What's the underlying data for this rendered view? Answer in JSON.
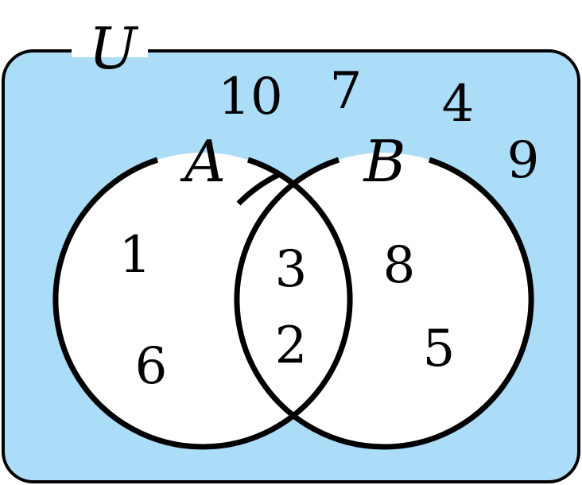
{
  "universe": {
    "label": "U",
    "outside_elements": [
      "10",
      "7",
      "4",
      "9"
    ]
  },
  "sets": {
    "A": {
      "label": "A",
      "only_elements": [
        "1",
        "6"
      ]
    },
    "B": {
      "label": "B",
      "only_elements": [
        "8",
        "5"
      ]
    },
    "intersection_elements": [
      "3",
      "2"
    ]
  },
  "colors": {
    "universe_fill": "#abdcf8",
    "circle_fill": "#ffffff",
    "stroke": "#000000"
  }
}
